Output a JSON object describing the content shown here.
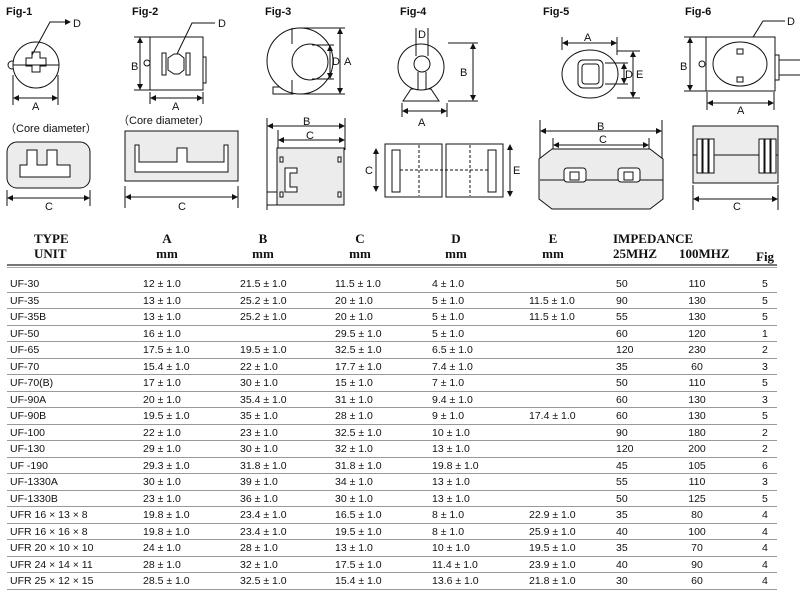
{
  "figures": [
    {
      "title": "Fig-1",
      "caption": "（Core diameter）"
    },
    {
      "title": "Fig-2",
      "caption": "（Core diameter）"
    },
    {
      "title": "Fig-3"
    },
    {
      "title": "Fig-4"
    },
    {
      "title": "Fig-5"
    },
    {
      "title": "Fig-6"
    }
  ],
  "dim_labels": {
    "A": "A",
    "B": "B",
    "C": "C",
    "D": "D",
    "E": "E"
  },
  "table": {
    "headers": {
      "type": "TYPE",
      "unit": "UNIT",
      "a": "A",
      "b": "B",
      "c": "C",
      "d": "D",
      "e": "E",
      "mm": "mm",
      "impedance": "IMPEDANCE",
      "mhz25": "25MHZ",
      "mhz100": "100MHZ",
      "fig": "Fig"
    },
    "rows": [
      [
        "UF-30",
        "12 ± 1.0",
        "21.5 ± 1.0",
        "11.5 ± 1.0",
        "4 ± 1.0",
        "",
        "50",
        "110",
        "5"
      ],
      [
        "UF-35",
        "13 ± 1.0",
        "25.2 ± 1.0",
        "20 ± 1.0",
        "5 ± 1.0",
        "11.5 ± 1.0",
        "90",
        "130",
        "5"
      ],
      [
        "UF-35B",
        "13 ± 1.0",
        "25.2 ± 1.0",
        "20 ± 1.0",
        "5 ± 1.0",
        "11.5 ± 1.0",
        "55",
        "130",
        "5"
      ],
      [
        "UF-50",
        "16 ± 1.0",
        "",
        "29.5 ± 1.0",
        "5 ± 1.0",
        "",
        "60",
        "120",
        "1"
      ],
      [
        "UF-65",
        "17.5 ± 1.0",
        "19.5 ± 1.0",
        "32.5 ± 1.0",
        "6.5 ± 1.0",
        "",
        "120",
        "230",
        "2"
      ],
      [
        "UF-70",
        "15.4 ± 1.0",
        "22 ± 1.0",
        "17.7 ± 1.0",
        "7.4 ± 1.0",
        "",
        "35",
        "60",
        "3"
      ],
      [
        "UF-70(B)",
        "17 ± 1.0",
        "30 ± 1.0",
        "15 ± 1.0",
        "7 ± 1.0",
        "",
        "50",
        "110",
        "5"
      ],
      [
        "UF-90A",
        "20 ± 1.0",
        "35.4 ± 1.0",
        "31 ± 1.0",
        "9.4 ± 1.0",
        "",
        "60",
        "130",
        "3"
      ],
      [
        "UF-90B",
        "19.5 ± 1.0",
        "35 ± 1.0",
        "28 ± 1.0",
        "9 ± 1.0",
        "17.4 ± 1.0",
        "60",
        "130",
        "5"
      ],
      [
        "UF-100",
        "22 ± 1.0",
        "23 ± 1.0",
        "32.5 ± 1.0",
        "10 ± 1.0",
        "",
        "90",
        "180",
        "2"
      ],
      [
        "UF-130",
        "29 ± 1.0",
        "30 ± 1.0",
        "32 ± 1.0",
        "13 ± 1.0",
        "",
        "120",
        "200",
        "2"
      ],
      [
        "UF -190",
        "29.3 ± 1.0",
        "31.8 ± 1.0",
        "31.8 ± 1.0",
        "19.8 ± 1.0",
        "",
        "45",
        "105",
        "6"
      ],
      [
        "UF-1330A",
        "30 ± 1.0",
        "39 ± 1.0",
        "34 ± 1.0",
        "13 ± 1.0",
        "",
        "55",
        "110",
        "3"
      ],
      [
        "UF-1330B",
        "23 ± 1.0",
        "36 ± 1.0",
        "30 ± 1.0",
        "13 ± 1.0",
        "",
        "50",
        "125",
        "5"
      ],
      [
        "UFR 16 × 13 × 8",
        "19.8 ± 1.0",
        "23.4 ± 1.0",
        "16.5 ± 1.0",
        "8 ± 1.0",
        "22.9 ± 1.0",
        "35",
        "80",
        "4"
      ],
      [
        "UFR 16 × 16 × 8",
        "19.8 ± 1.0",
        "23.4 ± 1.0",
        "19.5 ± 1.0",
        "8 ± 1.0",
        "25.9 ± 1.0",
        "40",
        "100",
        "4"
      ],
      [
        "UFR 20 × 10 × 10",
        "24 ± 1.0",
        "28 ± 1.0",
        "13 ± 1.0",
        "10 ± 1.0",
        "19.5 ± 1.0",
        "35",
        "70",
        "4"
      ],
      [
        "UFR 24 × 14 × 11",
        "28 ± 1.0",
        "32 ± 1.0",
        "17.5 ± 1.0",
        "11.4 ± 1.0",
        "23.9 ± 1.0",
        "40",
        "90",
        "4"
      ],
      [
        "UFR 25 × 12 × 15",
        "28.5 ± 1.0",
        "32.5 ± 1.0",
        "15.4 ± 1.0",
        "13.6 ± 1.0",
        "21.8 ± 1.0",
        "30",
        "60",
        "4"
      ]
    ]
  }
}
